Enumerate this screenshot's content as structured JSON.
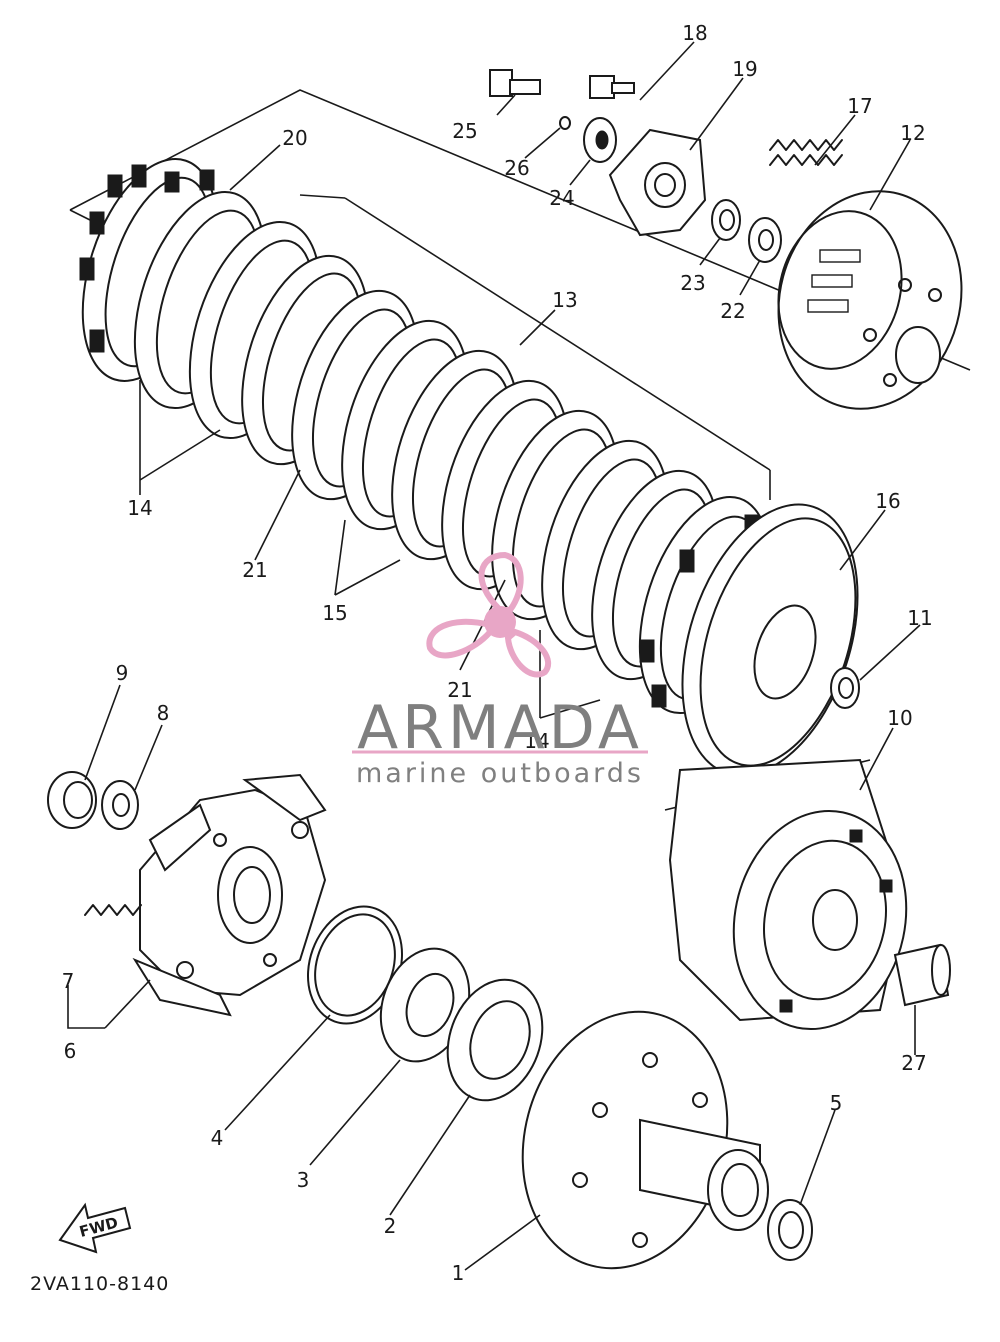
{
  "diagram": {
    "callouts": [
      {
        "id": "p1",
        "label": "1"
      },
      {
        "id": "p2",
        "label": "2"
      },
      {
        "id": "p3",
        "label": "3"
      },
      {
        "id": "p4",
        "label": "4"
      },
      {
        "id": "p5",
        "label": "5"
      },
      {
        "id": "p6",
        "label": "6"
      },
      {
        "id": "p7",
        "label": "7"
      },
      {
        "id": "p8",
        "label": "8"
      },
      {
        "id": "p9",
        "label": "9"
      },
      {
        "id": "p10",
        "label": "10"
      },
      {
        "id": "p11",
        "label": "11"
      },
      {
        "id": "p12",
        "label": "12"
      },
      {
        "id": "p13",
        "label": "13"
      },
      {
        "id": "p14a",
        "label": "14"
      },
      {
        "id": "p14b",
        "label": "14"
      },
      {
        "id": "p15",
        "label": "15"
      },
      {
        "id": "p16",
        "label": "16"
      },
      {
        "id": "p17",
        "label": "17"
      },
      {
        "id": "p18",
        "label": "18"
      },
      {
        "id": "p19",
        "label": "19"
      },
      {
        "id": "p20",
        "label": "20"
      },
      {
        "id": "p21a",
        "label": "21"
      },
      {
        "id": "p21b",
        "label": "21"
      },
      {
        "id": "p22",
        "label": "22"
      },
      {
        "id": "p23",
        "label": "23"
      },
      {
        "id": "p24",
        "label": "24"
      },
      {
        "id": "p25",
        "label": "25"
      },
      {
        "id": "p26",
        "label": "26"
      },
      {
        "id": "p27",
        "label": "27"
      }
    ],
    "fwd_label": "FWD",
    "drawing_code": "2VA110-8140"
  },
  "watermark": {
    "brand": "ARMADA",
    "tagline": "marine outboards",
    "colors": {
      "logo": "#e8a6c6",
      "text": "#7f7f7f"
    }
  }
}
